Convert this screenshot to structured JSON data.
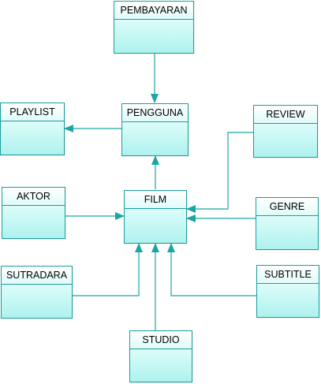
{
  "entities": {
    "pembayaran": "PEMBAYARAN",
    "playlist": "PLAYLIST",
    "pengguna": "PENGGUNA",
    "review": "REVIEW",
    "aktor": "AKTOR",
    "film": "FILM",
    "genre": "GENRE",
    "sutradara": "SUTRADARA",
    "subtitle": "SUBTITLE",
    "studio": "STUDIO"
  },
  "colors": {
    "line": "#1aa7a1",
    "border": "#1a9e9c",
    "fill_top": "#ffffff",
    "fill_bottom": "#aef2ee"
  }
}
